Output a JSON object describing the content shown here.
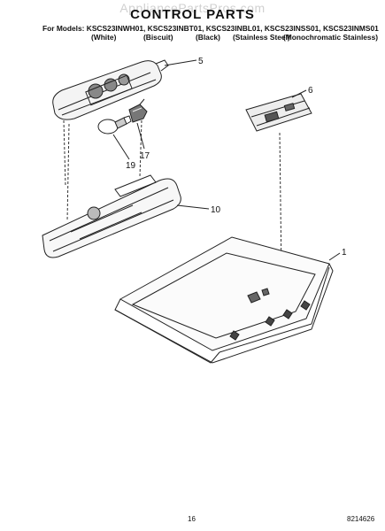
{
  "watermark": "AppliancePartsPros.com",
  "title": "CONTROL PARTS",
  "models_line": "For Models: KSCS23INWH01, KSCS23INBT01, KSCS23INBL01, KSCS23INSS01, KSCS23INMS01",
  "colors": [
    "(White)",
    "(Biscuit)",
    "(Black)",
    "(Stainless Steel)",
    "(Monochromatic Stainless)"
  ],
  "callouts": [
    "5",
    "6",
    "17",
    "19",
    "10",
    "1"
  ],
  "page_number": "16",
  "doc_number": "8214626"
}
